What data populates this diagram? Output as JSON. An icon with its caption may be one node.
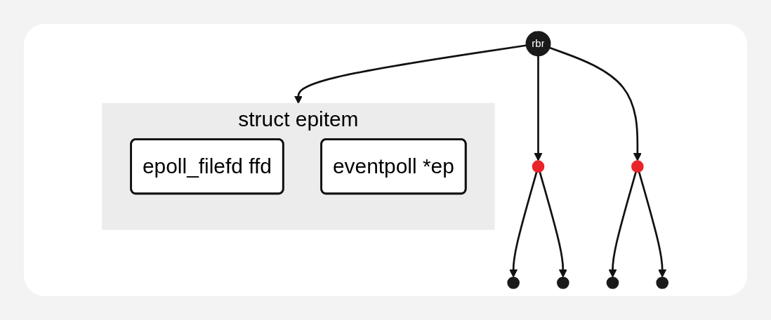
{
  "diagram": {
    "nodes": [
      {
        "text": [
          "rbr"
        ]
      },
      {
        "text": [],
        "shape": "circle"
      },
      {
        "text": [],
        "shape": "circle"
      },
      {
        "text": [],
        "shape": "circle"
      },
      {
        "text": [],
        "shape": "circle"
      },
      {
        "text": [],
        "shape": "circle"
      },
      {
        "text": [],
        "shape": "circle"
      },
      {
        "text": [
          "struct epitem"
        ]
      },
      {
        "text": [
          "epoll_filefd ffd"
        ],
        "in": 7
      },
      {
        "text": [
          "eventpoll *ep"
        ],
        "in": 7
      }
    ],
    "edges": [
      {
        "from": 0,
        "to": 1,
        "arrow": "to"
      },
      {
        "from": 0,
        "to": 2,
        "arrow": "to"
      },
      {
        "from": 1,
        "to": 3,
        "arrow": "to"
      },
      {
        "from": 1,
        "to": 4,
        "arrow": "to"
      },
      {
        "from": 2,
        "to": 5,
        "arrow": "to"
      },
      {
        "from": 2,
        "to": 6,
        "arrow": "to"
      },
      {
        "from": 0,
        "to": 7,
        "arrow": "to"
      }
    ]
  }
}
